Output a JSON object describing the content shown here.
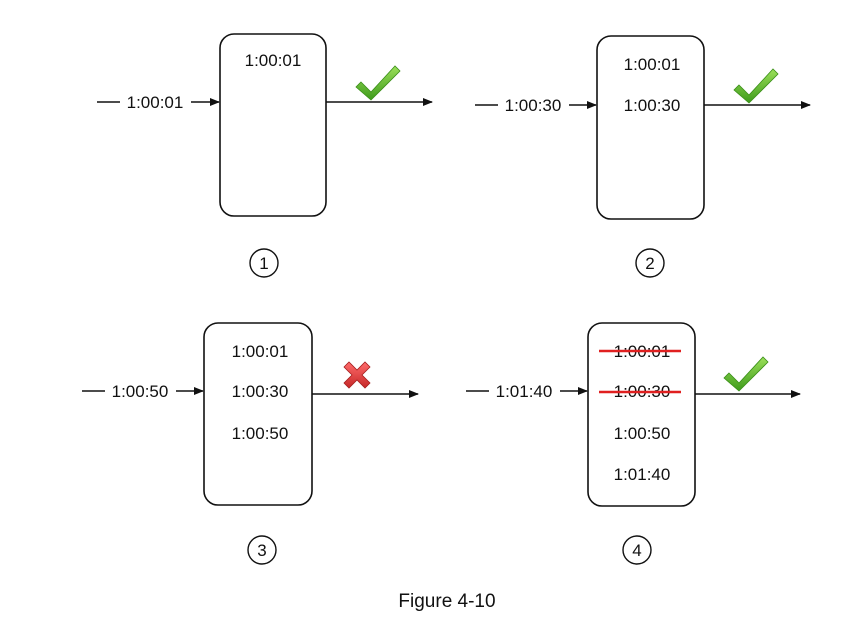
{
  "panels": [
    {
      "number": "1",
      "incoming": "1:00:01",
      "entries": [
        {
          "time": "1:00:01",
          "removed": false
        }
      ],
      "result": "accepted",
      "result_icon": "check-icon"
    },
    {
      "number": "2",
      "incoming": "1:00:30",
      "entries": [
        {
          "time": "1:00:01",
          "removed": false
        },
        {
          "time": "1:00:30",
          "removed": false
        }
      ],
      "result": "accepted",
      "result_icon": "check-icon"
    },
    {
      "number": "3",
      "incoming": "1:00:50",
      "entries": [
        {
          "time": "1:00:01",
          "removed": false
        },
        {
          "time": "1:00:30",
          "removed": false
        },
        {
          "time": "1:00:50",
          "removed": false
        }
      ],
      "result": "rejected",
      "result_icon": "cross-icon"
    },
    {
      "number": "4",
      "incoming": "1:01:40",
      "entries": [
        {
          "time": "1:00:01",
          "removed": true
        },
        {
          "time": "1:00:30",
          "removed": true
        },
        {
          "time": "1:00:50",
          "removed": false
        },
        {
          "time": "1:01:40",
          "removed": false
        }
      ],
      "result": "accepted",
      "result_icon": "check-icon"
    }
  ],
  "caption": "Figure 4-10",
  "colors": {
    "line": "#111111",
    "strike": "#e02020",
    "check": "#6cc32b",
    "cross": "#e53935"
  }
}
